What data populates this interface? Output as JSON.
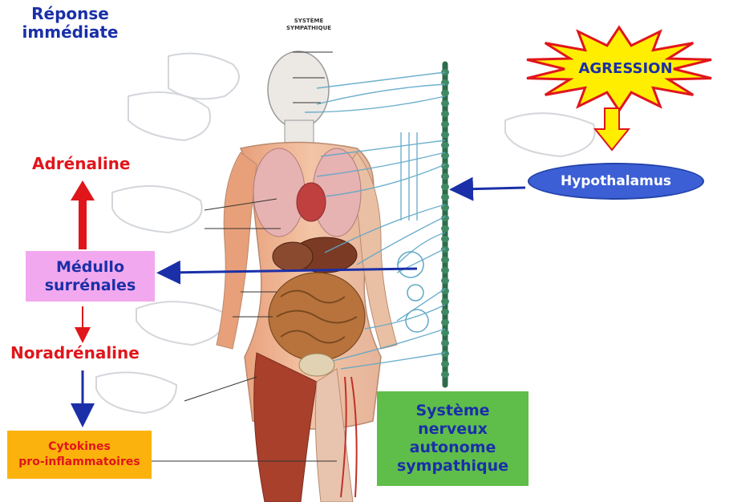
{
  "title": "Réponse\nimmédiate",
  "hormones": {
    "adrenaline": "Adrénaline",
    "noradrenaline": "Noradrénaline"
  },
  "medullo": "Médullo\nsurrénales",
  "cytokines": "Cytokines\npro-inflammatoires",
  "sna": "Système\nnerveux\nautonome\nsympathique",
  "hypothalamus": "Hypothalamus",
  "agression": "AGRESSION",
  "figure": {
    "header": "SYSTÈME\nSYMPATHIQUE"
  },
  "colors": {
    "blue_text": "#1a2fa8",
    "red_text": "#e0161b",
    "pink_box": "#f2a8ee",
    "orange_box": "#fbb20c",
    "green_box": "#5fbe4a",
    "hypothalamus_fill": "#3c5fd6",
    "star_fill": "#ffee00",
    "star_stroke": "#e0161b"
  }
}
